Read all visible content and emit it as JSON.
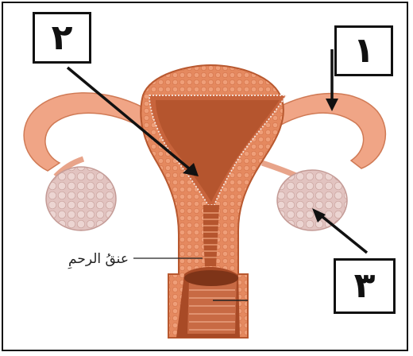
{
  "labels": {
    "box_1": "١",
    "box_2": "٢",
    "box_3": "٣",
    "cervix": "عنقُ الرحمِ"
  },
  "colors": {
    "tissue": "#e8906a",
    "tissue_dark": "#c8643c",
    "cavity": "#b5552e",
    "tube": "#f0a586",
    "ovary": "#e3c6c2"
  }
}
